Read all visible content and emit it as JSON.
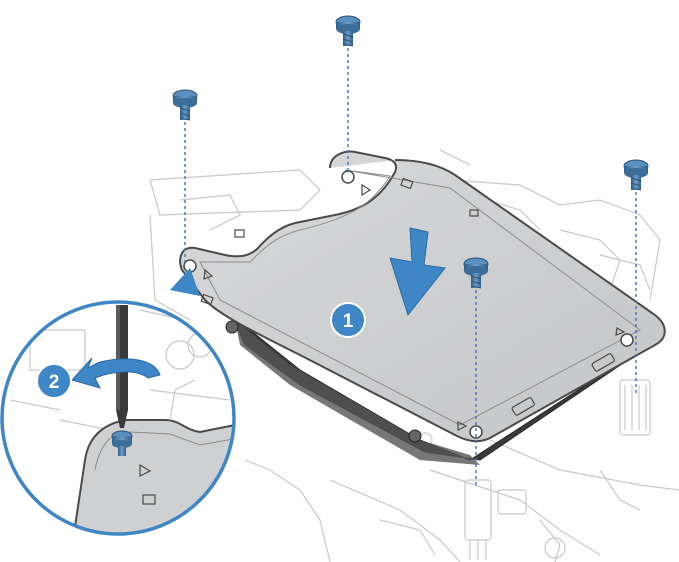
{
  "steps": [
    {
      "number": "1",
      "label": "1",
      "action": "lower-bracket-onto-chassis"
    },
    {
      "number": "2",
      "label": "2",
      "action": "tighten-screws-with-screwdriver"
    }
  ],
  "colors": {
    "step_badge": "#3f86c6",
    "screw": "#4a7fae",
    "bracket_fill": "#cfd0d1",
    "bracket_stroke": "#4a4a4a",
    "guide_line": "#4a7fae",
    "arrow": "#3f86c6",
    "magnifier_ring": "#3f86c6",
    "background_lines": "#c8c8c8"
  },
  "icons": [
    "screw-icon",
    "screwdriver-icon",
    "down-arrow-icon",
    "rotate-arrow-icon"
  ]
}
